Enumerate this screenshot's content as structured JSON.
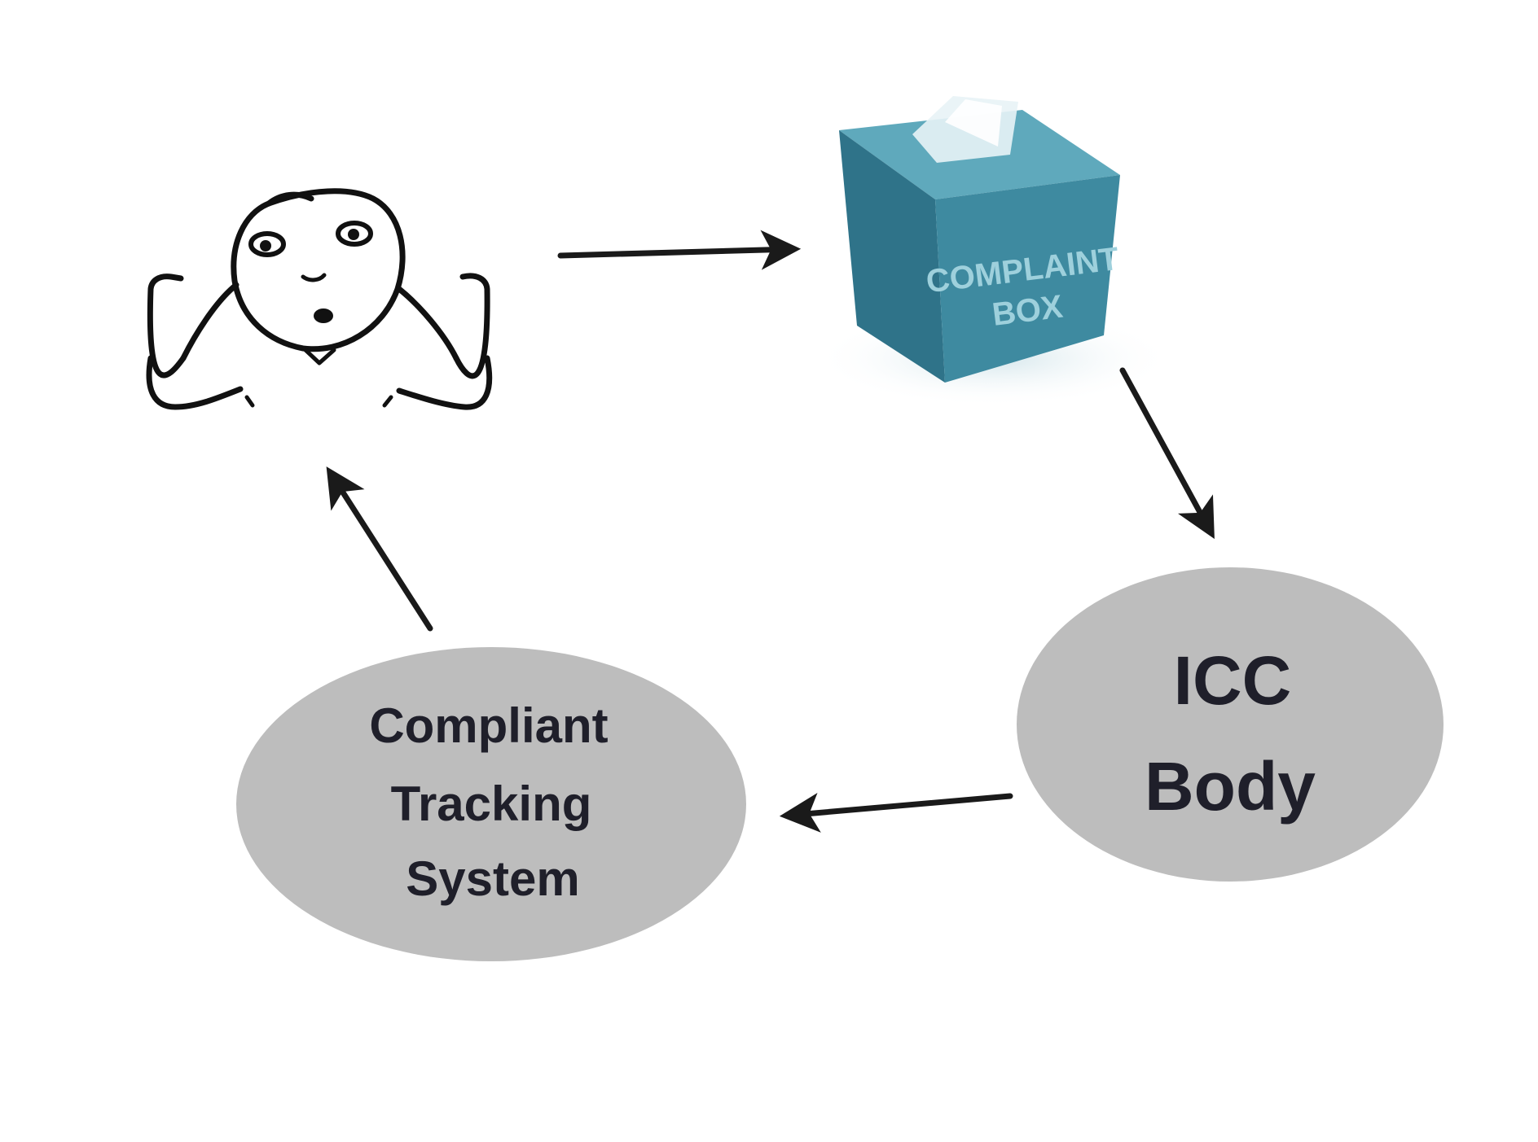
{
  "nodes": {
    "person": {
      "icon": "shrugging-person-icon"
    },
    "complaint_box": {
      "icon": "complaint-box-icon",
      "lines": [
        "COMPLAINT",
        "BOX"
      ]
    },
    "icc_body": {
      "lines": [
        "ICC",
        "Body"
      ]
    },
    "tracking_system": {
      "lines": [
        "Compliant",
        "Tracking",
        "System"
      ]
    }
  },
  "colors": {
    "ellipse_fill": "#bdbdbd",
    "box_front": "#3e8aa0",
    "box_side": "#2f7389",
    "box_top": "#5fa9bc",
    "box_label": "#9ed0dc",
    "arrow": "#1a1a1a",
    "text": "#1f1f2a"
  }
}
